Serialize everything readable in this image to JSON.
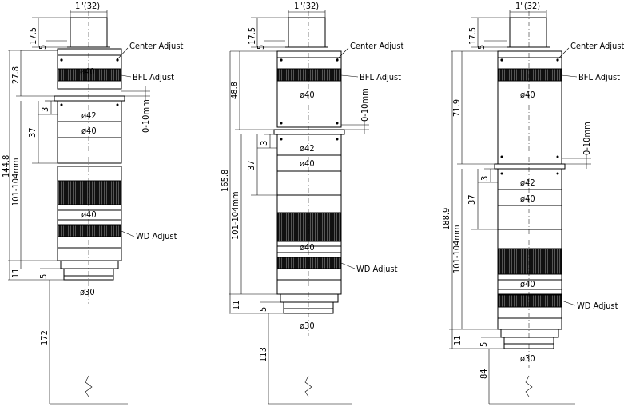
{
  "common": {
    "mount": "1\"(32)",
    "center_adjust": "Center Adjust",
    "bfl_adjust": "BFL Adjust",
    "wd_adjust": "WD Adjust",
    "range": "0-10mm",
    "wd_range": "101-104mm",
    "d42": "ø42",
    "d40": "ø40",
    "d30": "ø30",
    "dim_17_5": "17.5",
    "dim_5": "5",
    "dim_3": "3",
    "dim_37": "37",
    "dim_11": "11"
  },
  "lens1": {
    "upper_length": "27.8",
    "total_length": "144.8",
    "working_distance": "172"
  },
  "lens2": {
    "upper_length": "48.8",
    "total_length": "165.8",
    "working_distance": "113"
  },
  "lens3": {
    "upper_length": "71.9",
    "total_length": "188.9",
    "working_distance": "84"
  }
}
